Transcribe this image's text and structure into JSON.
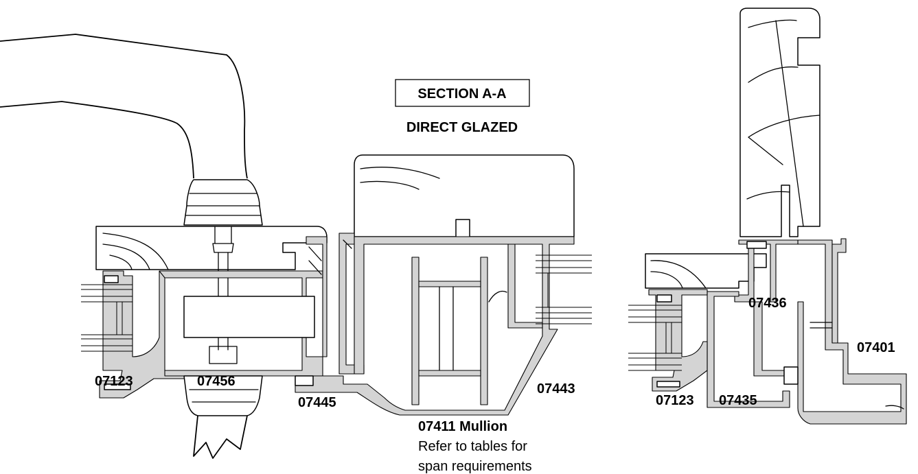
{
  "section_title": "SECTION A-A",
  "subtitle": "DIRECT GLAZED",
  "labels": {
    "p07123_left": "07123",
    "p07456": "07456",
    "p07445": "07445",
    "p07443": "07443",
    "mullion": "07411 Mullion",
    "note_line1": "Refer to tables for",
    "note_line2": "span requirements",
    "p07436": "07436",
    "p07401": "07401",
    "p07123_right": "07123",
    "p07435": "07435"
  }
}
